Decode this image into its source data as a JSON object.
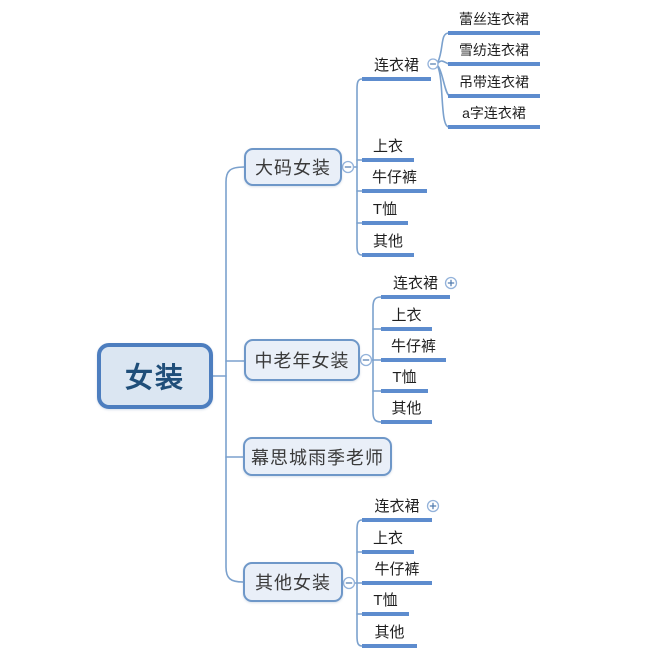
{
  "root": {
    "label": "女装"
  },
  "branches": [
    {
      "label": "大码女装",
      "collapse": "minus",
      "children": [
        {
          "label": "连衣裙",
          "collapse": "minus",
          "children": [
            {
              "label": "蕾丝连衣裙"
            },
            {
              "label": "雪纺连衣裙"
            },
            {
              "label": "吊带连衣裙"
            },
            {
              "label": "a字连衣裙"
            }
          ]
        },
        {
          "label": "上衣"
        },
        {
          "label": "牛仔裤"
        },
        {
          "label": "T恤"
        },
        {
          "label": "其他"
        }
      ]
    },
    {
      "label": "中老年女装",
      "collapse": "minus",
      "children": [
        {
          "label": "连衣裙",
          "collapse": "plus"
        },
        {
          "label": "上衣"
        },
        {
          "label": "牛仔裤"
        },
        {
          "label": "T恤"
        },
        {
          "label": "其他"
        }
      ]
    },
    {
      "label": "幕思城雨季老师"
    },
    {
      "label": "其他女装",
      "collapse": "minus",
      "children": [
        {
          "label": "连衣裙",
          "collapse": "plus"
        },
        {
          "label": "上衣"
        },
        {
          "label": "牛仔裤"
        },
        {
          "label": "T恤"
        },
        {
          "label": "其他"
        }
      ]
    }
  ],
  "colors": {
    "root_fill": "#dbe6f2",
    "root_border": "#4d7ebf",
    "root_text": "#1f4e79",
    "box_fill": "#e9eff8",
    "box_border": "#6e97c8",
    "underline": "#5d8cce",
    "connector": "#7ba1cd",
    "icon_ring": "#93b2da",
    "icon_sign": "#4d79ad",
    "background": "#ffffff"
  }
}
